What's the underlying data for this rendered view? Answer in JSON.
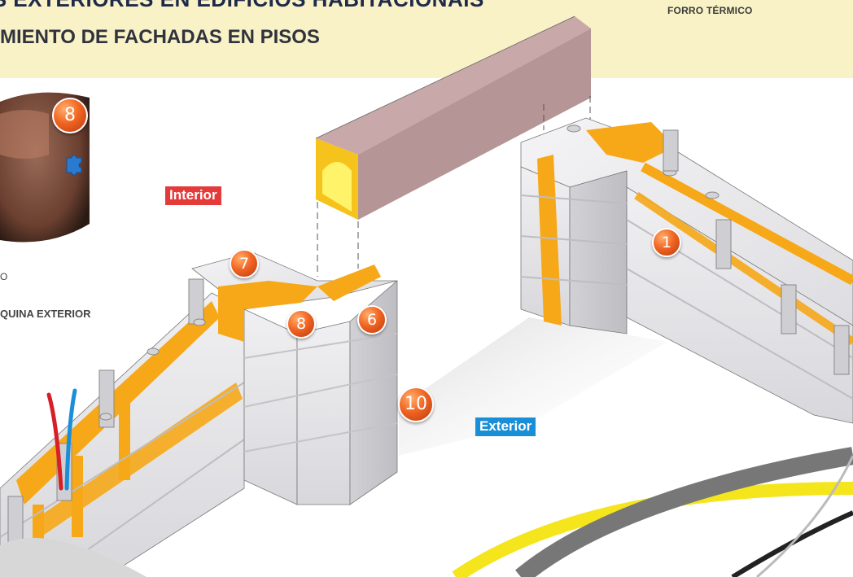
{
  "header": {
    "title_line1": "OS EXTERIORES EN EDIFICIOS HABITACIONAIS",
    "title_line2": "MIENTO DE FACHADAS EN PISOS",
    "right_caption": "FORRO TÉRMICO"
  },
  "labels": {
    "interior": "Interior",
    "exterior": "Exterior",
    "left_caption": "QUINA EXTERIOR",
    "left_fragment": "O"
  },
  "badges": [
    "8",
    "7",
    "8",
    "6",
    "1",
    "10"
  ],
  "colors": {
    "header_bg": "#f8f2c6",
    "insulation": "#f6a818",
    "block": "#e4e4e6",
    "beam": "#b59595",
    "interior_tag": "#e53a3a",
    "exterior_tag": "#1a8fd8",
    "badge": "#f26522",
    "pipe_red": "#d61f26",
    "pipe_blue": "#1a8fd8"
  },
  "icons": [
    "puzzle-icon"
  ]
}
